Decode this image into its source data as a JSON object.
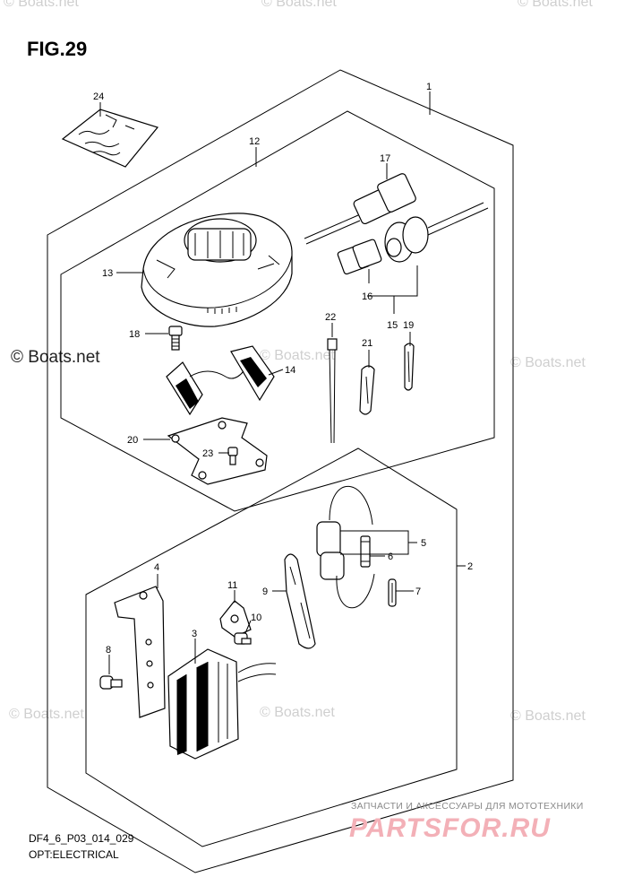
{
  "figure": {
    "title": "FIG.29",
    "code": "DF4_6_P03_014_029",
    "caption": "OPT:ELECTRICAL"
  },
  "watermarks": {
    "text": "© Boats.net"
  },
  "branding": {
    "tagline": "ЗАПЧАСТИ И АКСЕССУАРЫ ДЛЯ МОТОТЕХНИКИ",
    "logo": "PARTSFOR.RU",
    "logo_color": "#f3b0b7"
  },
  "callouts": {
    "c1": "1",
    "c2": "2",
    "c3": "3",
    "c4": "4",
    "c5": "5",
    "c6": "6",
    "c7": "7",
    "c8": "8",
    "c9": "9",
    "c10": "10",
    "c11": "11",
    "c12": "12",
    "c13": "13",
    "c14": "14",
    "c15": "15",
    "c16": "16",
    "c17": "17",
    "c18": "18",
    "c19": "19",
    "c20": "20",
    "c21": "21",
    "c22": "22",
    "c23": "23",
    "c24": "24"
  }
}
